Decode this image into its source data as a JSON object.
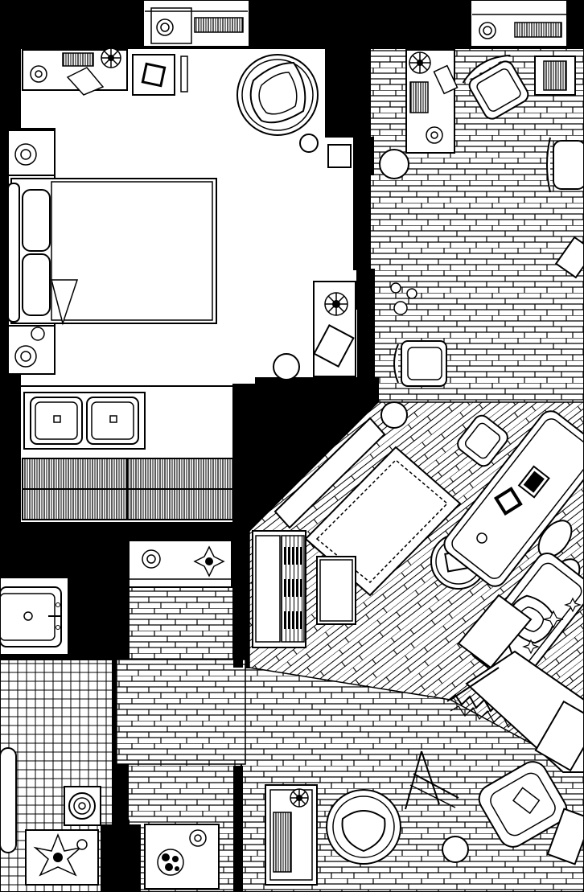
{
  "plan": {
    "ink": "#000000",
    "paper": "#ffffff"
  },
  "rooms": [
    {
      "id": "bedroom",
      "floor": "plain"
    },
    {
      "id": "living-area",
      "floor": "wood-plank"
    },
    {
      "id": "lounge",
      "floor": "wood-plank"
    },
    {
      "id": "hallway",
      "floor": "wood-plank"
    },
    {
      "id": "bathroom",
      "floor": "tile-grid"
    },
    {
      "id": "closet",
      "floor": "plain"
    }
  ],
  "icons": [
    "plant-icon",
    "lamp-icon",
    "book-icon",
    "chair-icon",
    "bed-icon",
    "sink-icon",
    "piano-icon",
    "sofa-icon",
    "bathtub-icon",
    "tv-icon"
  ]
}
